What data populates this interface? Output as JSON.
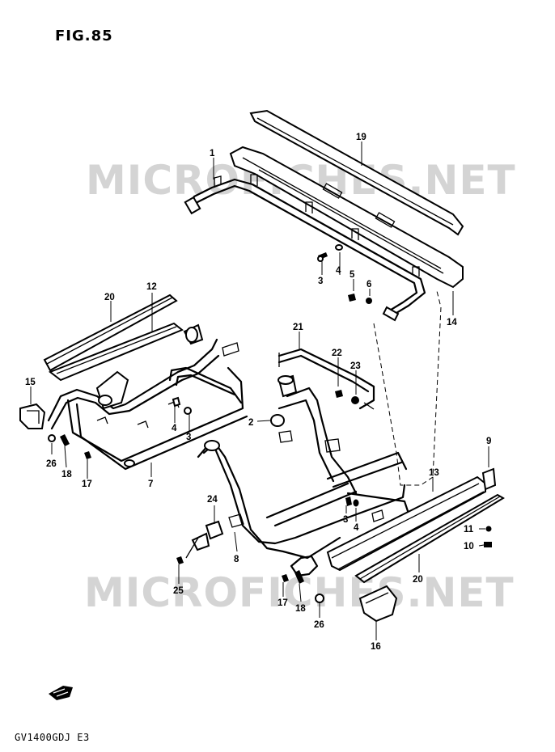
{
  "figure_label": "FIG.85",
  "model_code": "GV1400GDJ  E3",
  "watermarks": [
    "MICROFICHES.NET",
    "MICROFICHES.NET"
  ],
  "callouts": {
    "c1": "1",
    "c2": "2",
    "c3a": "3",
    "c3b": "3",
    "c3c": "3",
    "c4a": "4",
    "c4b": "4",
    "c4c": "4",
    "c5": "5",
    "c6": "6",
    "c7": "7",
    "c8": "8",
    "c9": "9",
    "c10": "10",
    "c11": "11",
    "c12": "12",
    "c13": "13",
    "c14": "14",
    "c15": "15",
    "c16": "16",
    "c17a": "17",
    "c17b": "17",
    "c18a": "18",
    "c18b": "18",
    "c19": "19",
    "c20a": "20",
    "c20b": "20",
    "c21": "21",
    "c22": "22",
    "c23": "23",
    "c24": "24",
    "c25": "25",
    "c26a": "26",
    "c26b": "26"
  }
}
